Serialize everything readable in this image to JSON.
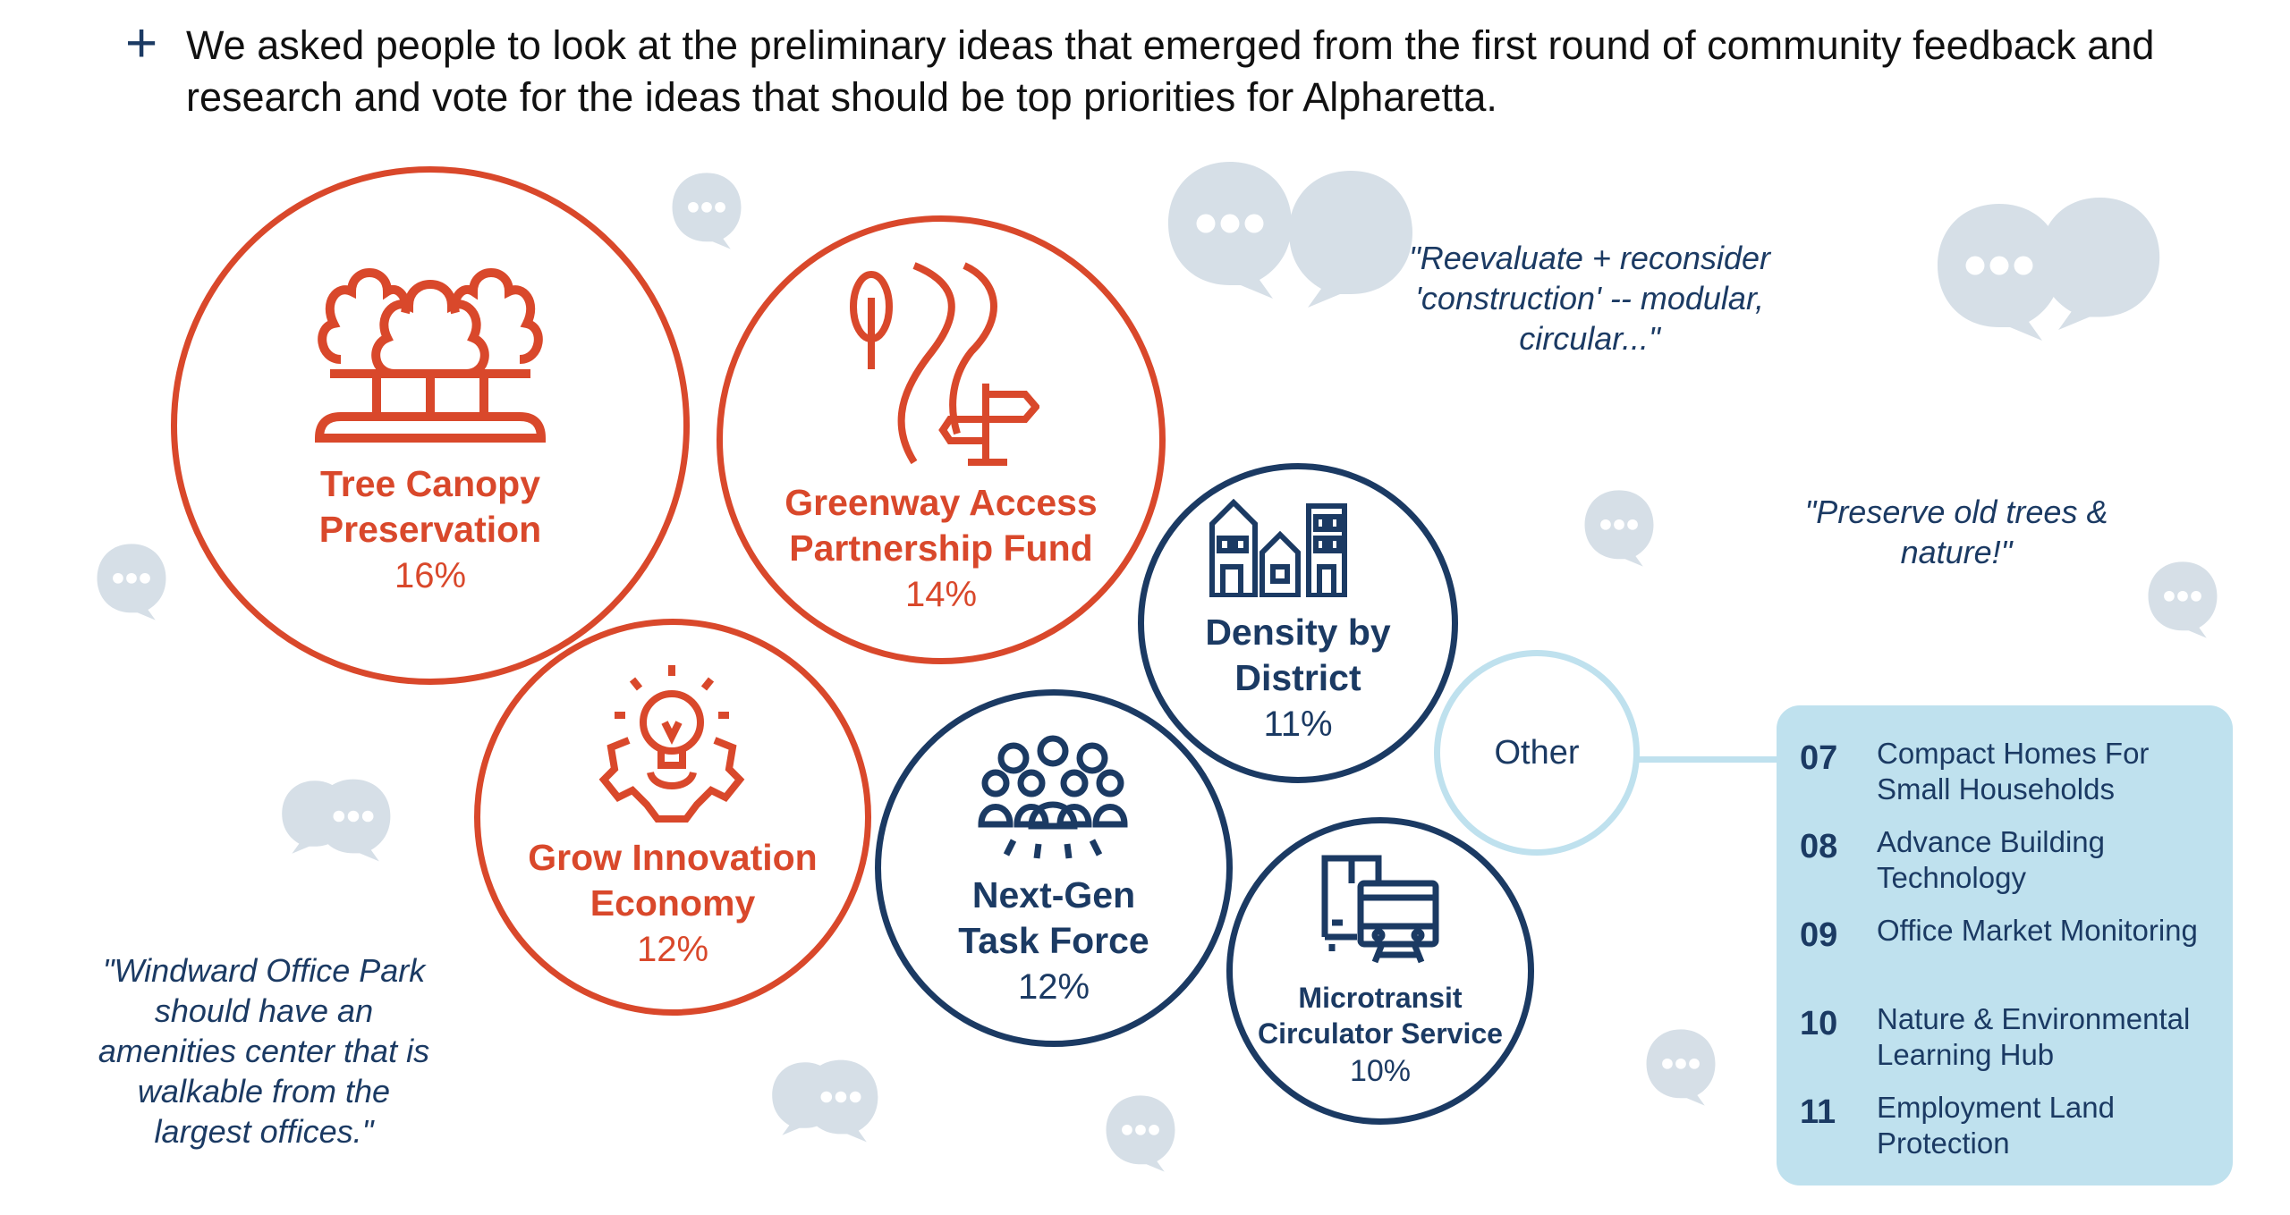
{
  "intro": {
    "text": "We asked people to look at the preliminary ideas that emerged from the first round of community feedback and research and vote for the ideas that should be top priorities for Alpharetta."
  },
  "ideas": [
    {
      "title": "Tree Canopy Preservation",
      "percent": "16%",
      "icon": "trees-icon",
      "color": "#d9482b"
    },
    {
      "title": "Greenway Access Partnership Fund",
      "percent": "14%",
      "icon": "path-signpost-icon",
      "color": "#d9482b"
    },
    {
      "title": "Grow Innovation Economy",
      "percent": "12%",
      "icon": "lightbulb-gear-icon",
      "color": "#d9482b"
    },
    {
      "title": "Next-Gen Task Force",
      "percent": "12%",
      "icon": "people-group-icon",
      "color": "#1b3a63"
    },
    {
      "title": "Density by District",
      "percent": "11%",
      "icon": "buildings-icon",
      "color": "#1b3a63"
    },
    {
      "title": "Microtransit Circulator Service",
      "percent": "10%",
      "icon": "bus-train-icon",
      "color": "#1b3a63"
    }
  ],
  "other": {
    "label": "Other",
    "items": [
      {
        "num": "07",
        "label": "Compact Homes For Small Households"
      },
      {
        "num": "08",
        "label": "Advance Building Technology"
      },
      {
        "num": "09",
        "label": "Office Market Monitoring"
      },
      {
        "num": "10",
        "label": "Nature & Environmental Learning Hub"
      },
      {
        "num": "11",
        "label": "Employment Land Protection"
      }
    ]
  },
  "quotes": {
    "q1": "\"Reevaluate + reconsider 'construction' -- modular, circular...\"",
    "q2": "\"Preserve old trees & nature!\"",
    "q3": "\"Windward Office Park should have an amenities center that is walkable from the largest offices.\""
  }
}
